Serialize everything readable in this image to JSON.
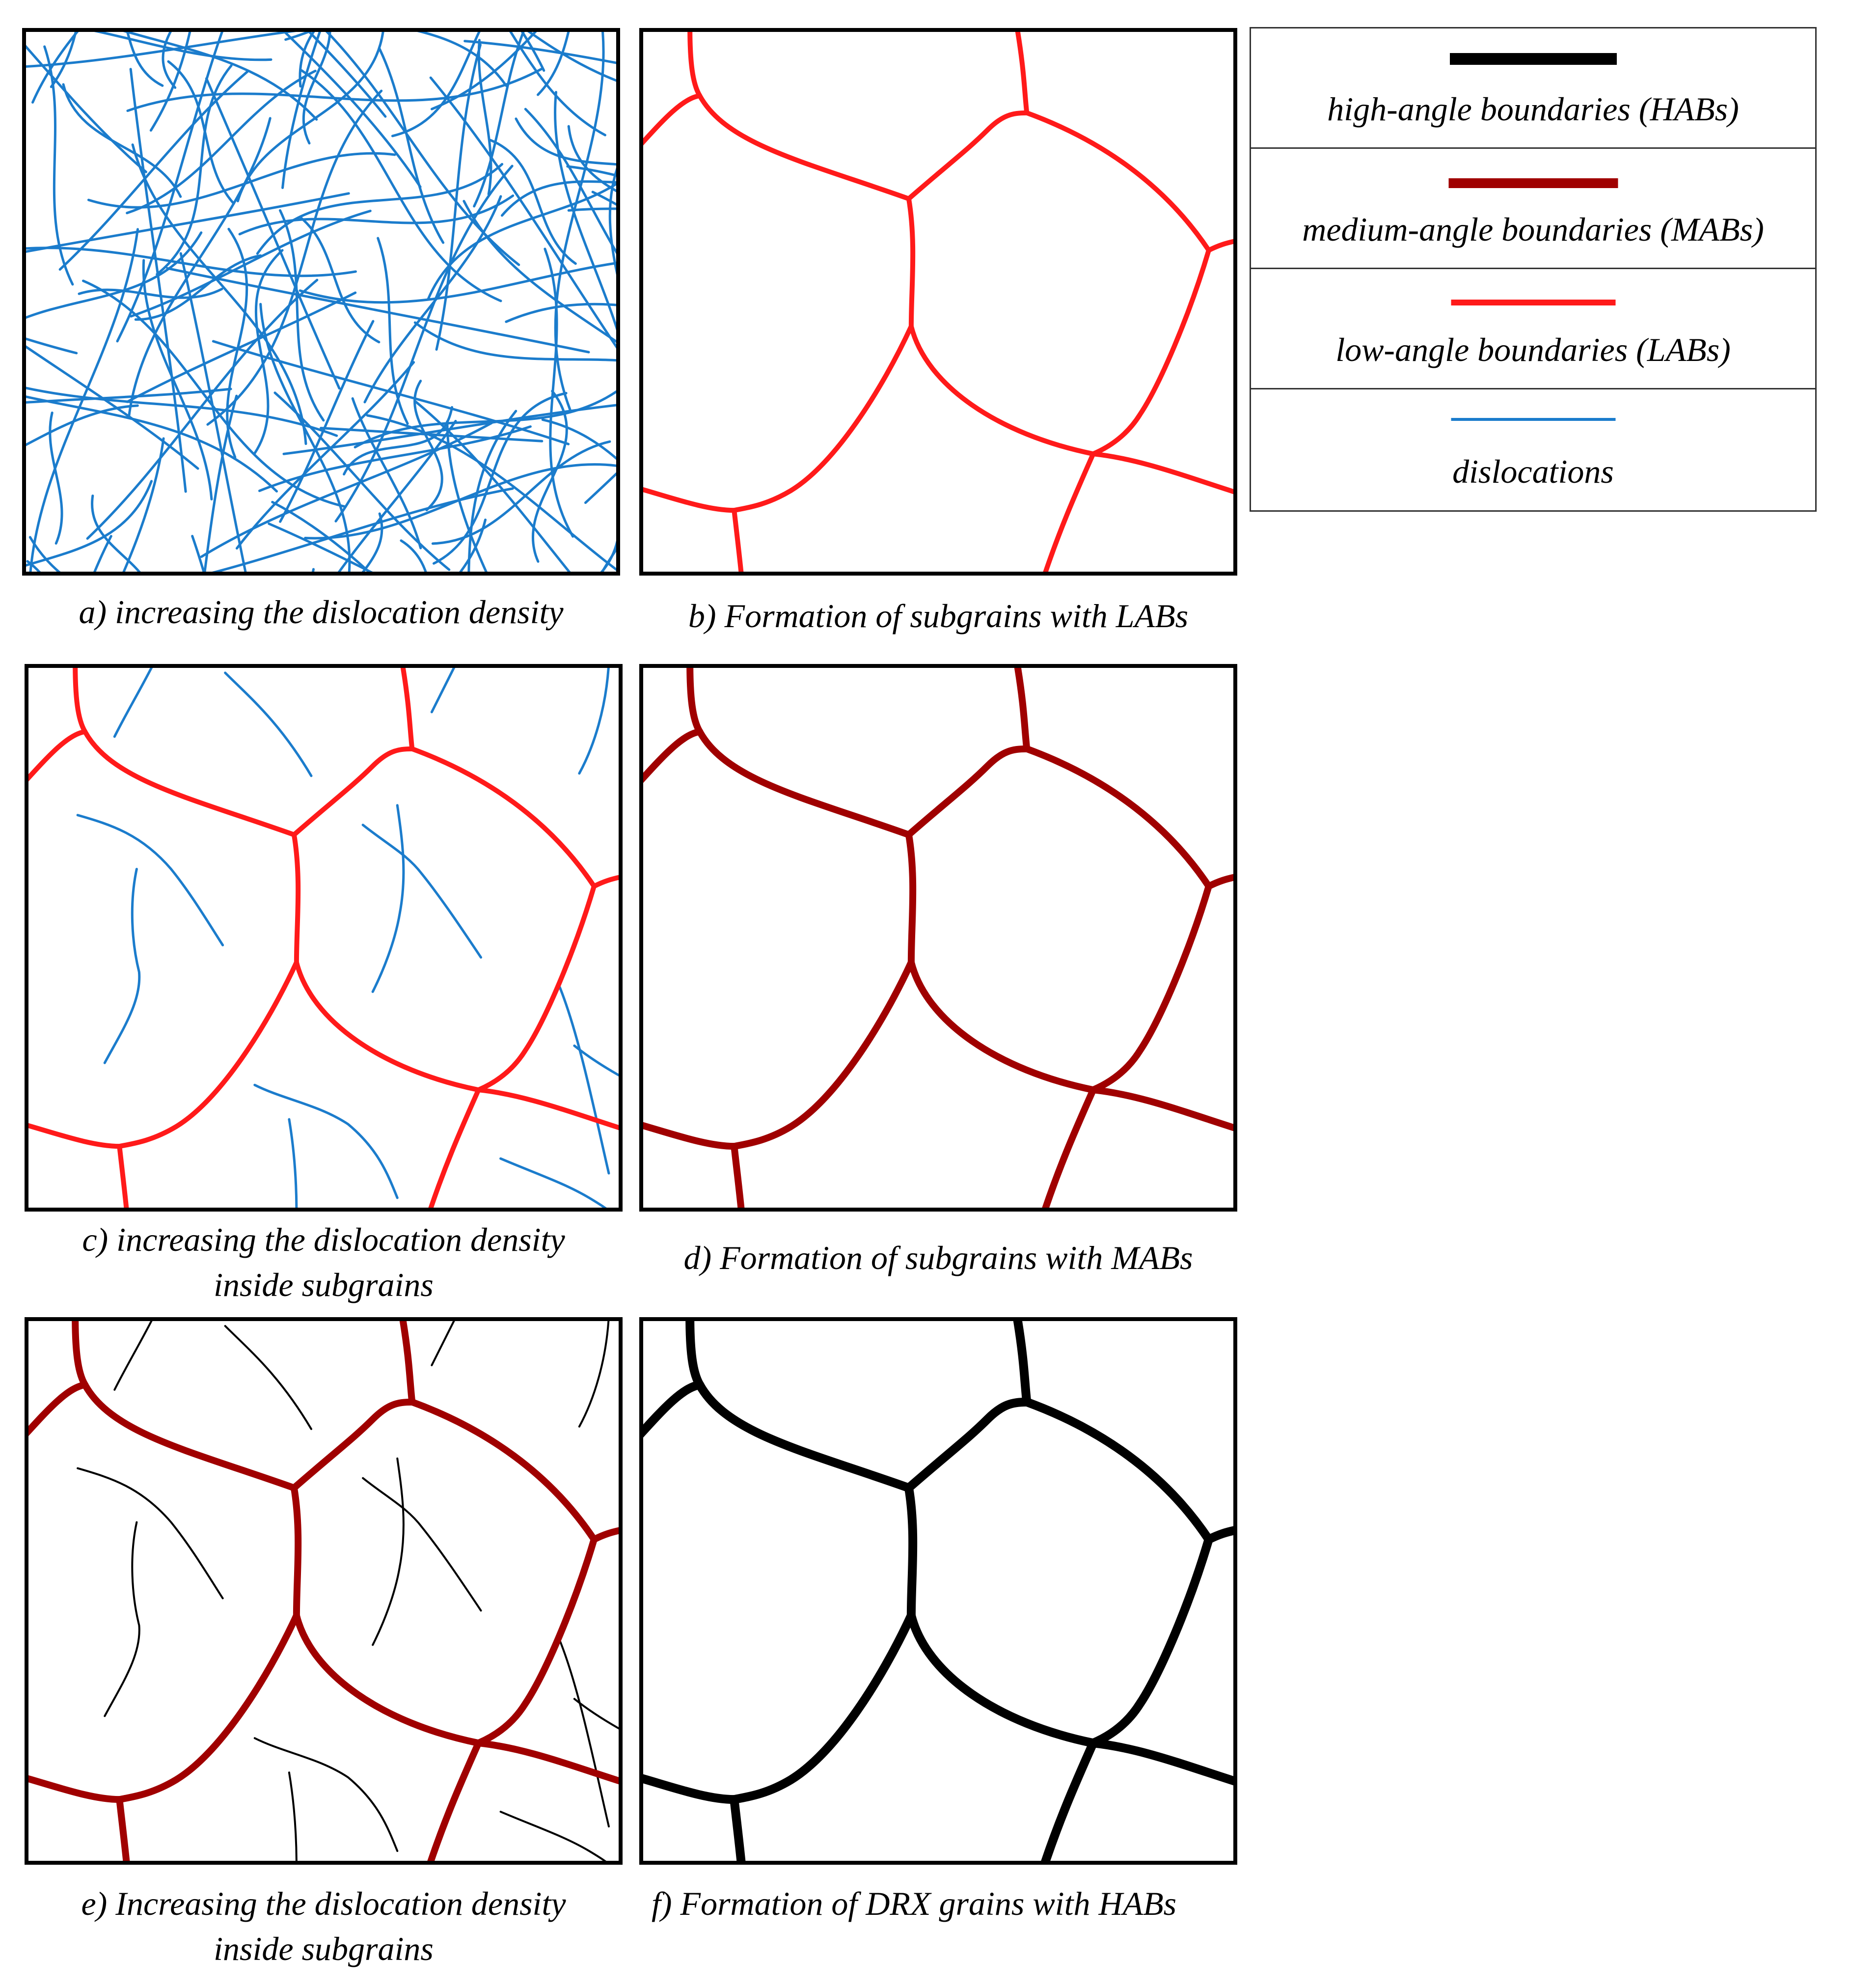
{
  "colors": {
    "hab": "#000000",
    "mab": "#a00000",
    "lab": "#ff1a1a",
    "dislocation": "#1b7ccc",
    "frame": "#000000"
  },
  "legend": {
    "items": [
      {
        "label": "high-angle boundaries (HABs)",
        "color": "#000000",
        "weight": "thick"
      },
      {
        "label": "medium-angle boundaries (MABs)",
        "color": "#a00000",
        "weight": "thick"
      },
      {
        "label": "low-angle boundaries (LABs)",
        "color": "#ff1a1a",
        "weight": "medium"
      },
      {
        "label": "dislocations",
        "color": "#1b7ccc",
        "weight": "thin"
      }
    ]
  },
  "panels": {
    "a": {
      "caption": [
        "a) increasing the dislocation density"
      ],
      "boundary": "none",
      "dislocations": "dense-blue"
    },
    "b": {
      "caption": [
        "b) Formation of subgrains with LABs"
      ],
      "boundary": "lab",
      "dislocations": "none"
    },
    "c": {
      "caption": [
        "c) increasing the dislocation density",
        "inside subgrains"
      ],
      "boundary": "lab",
      "dislocations": "sparse-blue"
    },
    "d": {
      "caption": [
        "d) Formation of subgrains with MABs"
      ],
      "boundary": "mab",
      "dislocations": "none"
    },
    "e": {
      "caption": [
        "e) Increasing the dislocation density",
        "inside subgrains"
      ],
      "boundary": "mab",
      "dislocations": "sparse-black"
    },
    "f": {
      "caption": [
        "f) Formation of DRX grains with HABs"
      ],
      "boundary": "hab",
      "dislocations": "none"
    }
  }
}
